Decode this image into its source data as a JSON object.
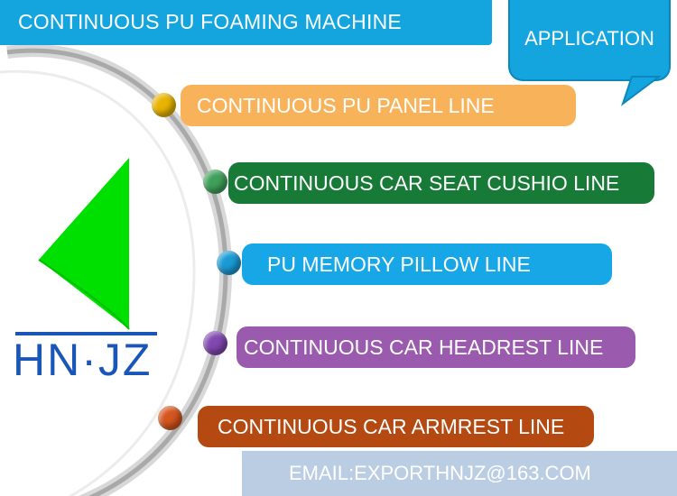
{
  "header": {
    "title": "CONTINUOUS PU FOAMING MACHINE"
  },
  "callout": {
    "label": "APPLICATION"
  },
  "logo": {
    "text": "HN·JZ",
    "triangle_color": "#00e000",
    "text_color": "#1a55b8"
  },
  "items": [
    {
      "label": "CONTINUOUS PU PANEL LINE",
      "bar_color": "#f8b35a",
      "dot_color": "#e8b400"
    },
    {
      "label": "CONTINUOUS  CAR SEAT CUSHIO LINE",
      "bar_color": "#177a36",
      "dot_color": "#3fa05a"
    },
    {
      "label": "PU MEMORY PILLOW LINE",
      "bar_color": "#17a7e6",
      "dot_color": "#1a9ad4"
    },
    {
      "label": "CONTINUOUS CAR HEADREST LINE",
      "bar_color": "#9a5aad",
      "dot_color": "#8048b0"
    },
    {
      "label": "CONTINUOUS CAR ARMREST LINE",
      "bar_color": "#b44a12",
      "dot_color": "#d4551e"
    }
  ],
  "footer": {
    "email": "EMAIL:EXPORTHNJZ@163.COM"
  }
}
